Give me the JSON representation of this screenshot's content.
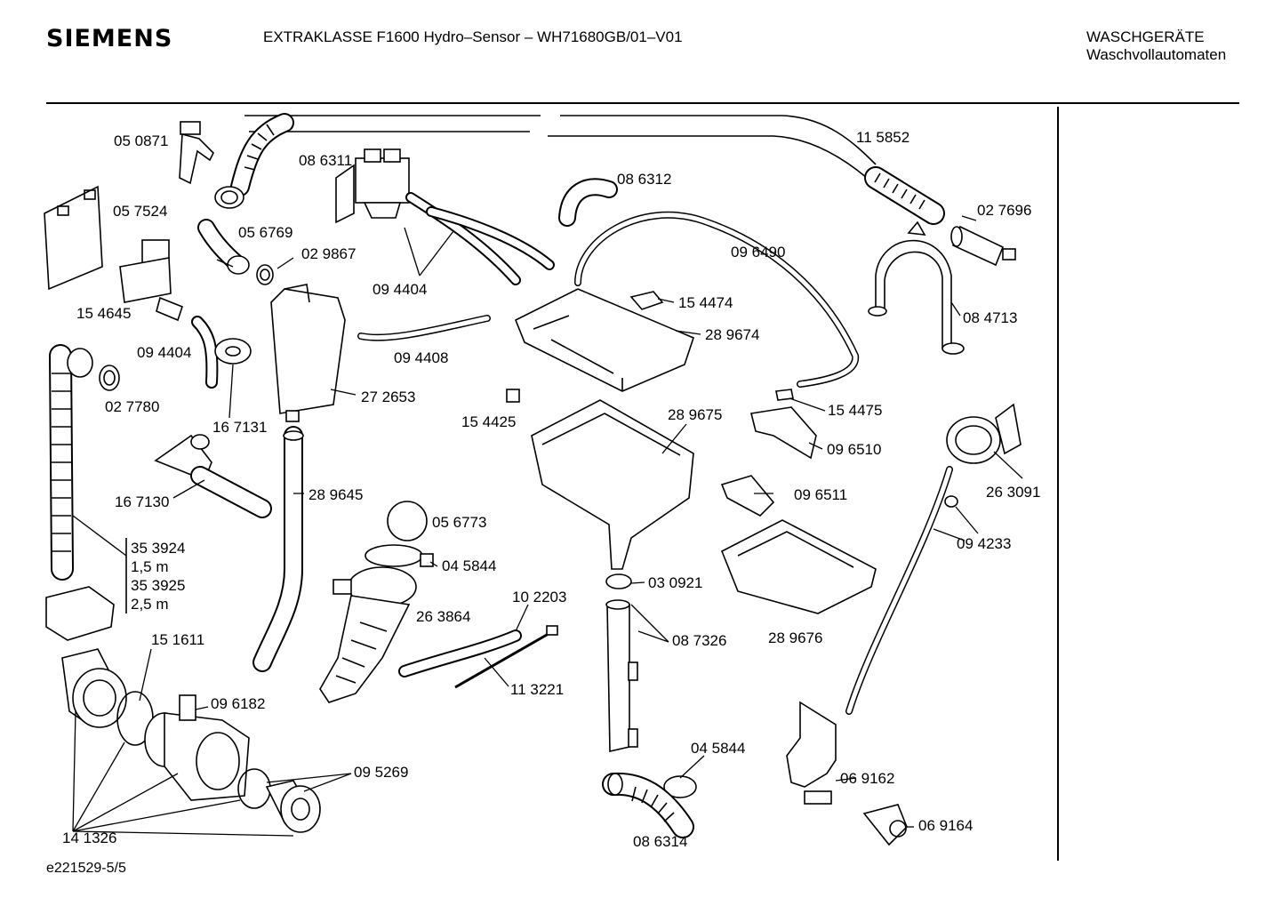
{
  "header": {
    "brand": "SIEMENS",
    "model_line": "EXTRAKLASSE F1600 Hydro–Sensor – WH71680GB/01–V01",
    "category_line1": "WASCHGERÄTE",
    "category_line2": "Waschvollautomaten"
  },
  "footer": {
    "document_id": "e221529-5/5"
  },
  "part_labels": {
    "p050871": "05 0871",
    "p057524": "05 7524",
    "p154645": "15 4645",
    "p056769": "05 6769",
    "p029867": "02 9867",
    "p086311": "08 6311",
    "p094404a": "09 4404",
    "p094404b": "09 4404",
    "p086312": "08 6312",
    "p115852": "11 5852",
    "p027696": "02 7696",
    "p096490": "09 6490",
    "p154474": "15 4474",
    "p289674": "28 9674",
    "p084713": "08 4713",
    "p094408": "09 4408",
    "p027780": "02 7780",
    "p167131": "16 7131",
    "p272653": "27 2653",
    "p154425": "15 4425",
    "p289675": "28 9675",
    "p154475": "15 4475",
    "p096510": "09 6510",
    "p263091": "26 3091",
    "p167130": "16 7130",
    "p289645": "28 9645",
    "p096511": "09 6511",
    "p056773": "05 6773",
    "p094233": "09 4233",
    "p353924": "35 3924",
    "p353924_len": "1,5 m",
    "p353925": "35 3925",
    "p353925_len": "2,5 m",
    "p045844a": "04 5844",
    "p030921": "03 0921",
    "p102203": "10 2203",
    "p263864": "26 3864",
    "p087326": "08 7326",
    "p289676": "28 9676",
    "p151611": "15 1611",
    "p113221": "11 3221",
    "p096182": "09 6182",
    "p045844b": "04 5844",
    "p069162": "06 9162",
    "p095269": "09 5269",
    "p069164": "06 9164",
    "p141326": "14 1326",
    "p086314": "08 6314"
  }
}
